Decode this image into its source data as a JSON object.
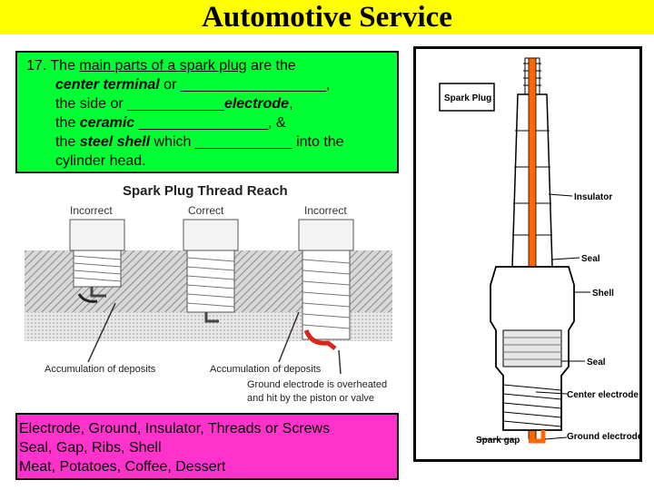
{
  "title": "Automotive Service",
  "question": {
    "number": "17.",
    "l1_a": "The ",
    "l1_u": "main parts of a spark plug",
    "l1_b": " are the",
    "l2_bi": "center terminal",
    "l2_b": " or __________________,",
    "l3_a": "the side or ____________",
    "l3_bi": "electrode",
    "l3_b": ",",
    "l4_a": "the ",
    "l4_bi": "ceramic",
    "l4_b": " ________________, &",
    "l5_a": "the ",
    "l5_bi": "steel shell",
    "l5_b": " which ____________ into the",
    "l6": "cylinder head."
  },
  "thread_figure": {
    "heading": "Spark Plug Thread Reach",
    "col_incorrect_left": "Incorrect",
    "col_correct": "Correct",
    "col_incorrect_right": "Incorrect",
    "caption_deposits_left": "Accumulation of deposits",
    "caption_deposits_right": "Accumulation of deposits",
    "caption_ground_1": "Ground electrode is overheated",
    "caption_ground_2": "and hit by the piston or valve"
  },
  "answers": {
    "line1": "Electrode, Ground, Insulator, Threads or Screws",
    "line2": "Seal, Gap, Ribs, Shell",
    "line3": "Meat, Potatoes, Coffee, Dessert"
  },
  "plug_figure": {
    "label_spark_plug": "Spark Plug",
    "label_insulator": "Insulator",
    "label_seal_top": "Seal",
    "label_shell": "Shell",
    "label_seal_bottom": "Seal",
    "label_center_electrode": "Center electrode",
    "label_spark_gap": "Spark gap",
    "label_ground_electrode": "Ground electrode"
  },
  "colors": {
    "title_bg": "#ffff00",
    "question_bg": "#00ff33",
    "answer_bg": "#ff33cc",
    "electrode_orange": "#ff6600"
  }
}
